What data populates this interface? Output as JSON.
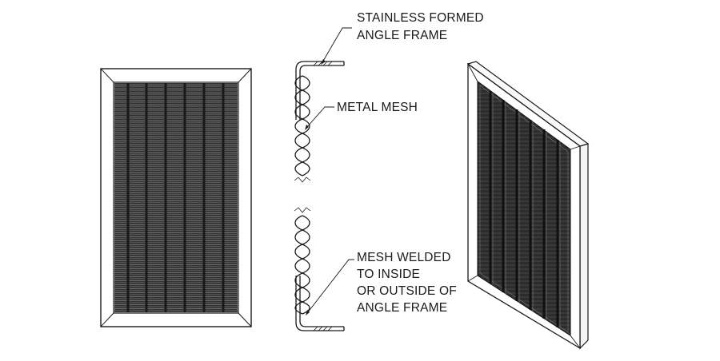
{
  "labels": {
    "frame_line1": "STAINLESS FORMED",
    "frame_line2": "ANGLE FRAME",
    "mesh": "METAL MESH",
    "welded_line1": "MESH WELDED",
    "welded_line2": "TO INSIDE",
    "welded_line3": "OR OUTSIDE OF",
    "welded_line4": "ANGLE FRAME"
  },
  "colors": {
    "line": "#1a1a1a",
    "mesh_dark": "#2f2f2f",
    "frame_face": "#ffffff"
  }
}
